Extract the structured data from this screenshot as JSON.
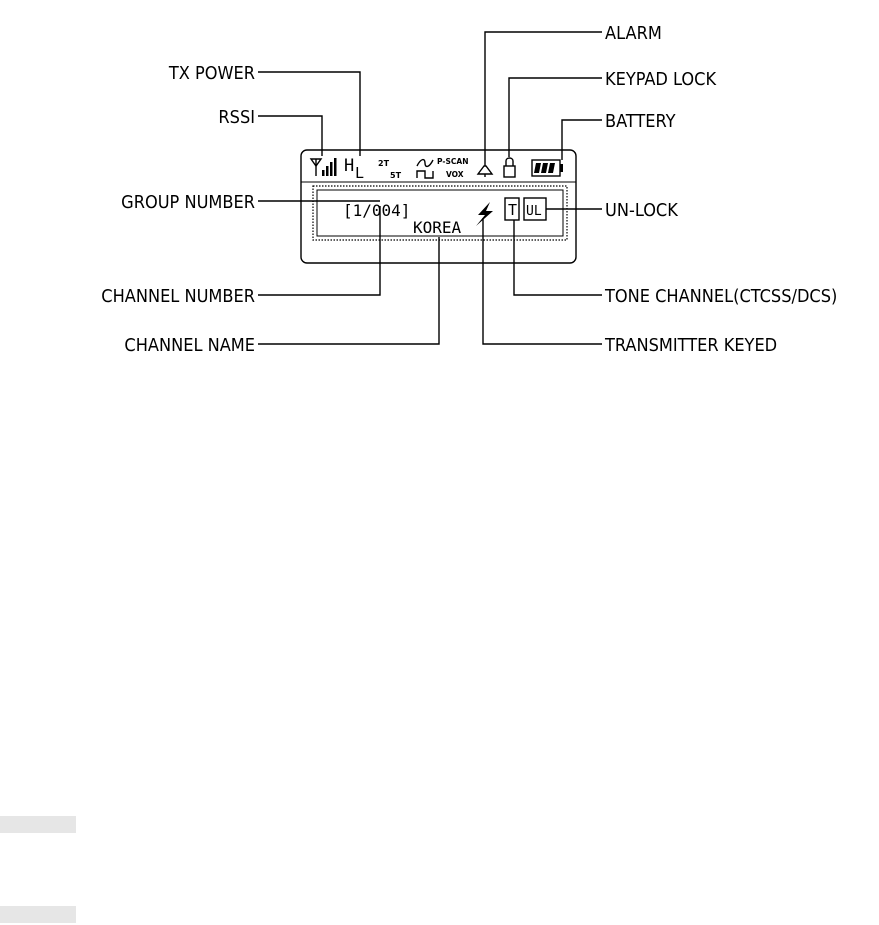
{
  "labels": {
    "alarm": "ALARM",
    "keypad_lock": "KEYPAD LOCK",
    "battery": "BATTERY",
    "tx_power": "TX POWER",
    "rssi": "RSSI",
    "group_number": "GROUP NUMBER",
    "un_lock": "UN-LOCK",
    "channel_number": "CHANNEL NUMBER",
    "channel_name": "CHANNEL NAME",
    "tone_channel": "TONE CHANNEL(CTCSS/DCS)",
    "transmitter_keyed": "TRANSMITTER KEYED"
  },
  "lcd": {
    "group_channel": "[1/004]",
    "channel_name": "KOREA",
    "tone_flag": "T",
    "unlock_flag": "UL",
    "power_h": "H",
    "power_l": "L",
    "step_2t": "2T",
    "step_5t": "5T",
    "scan_label": "P-SCAN",
    "vox_label": "VOX"
  },
  "icons": [
    "antenna-icon",
    "signal-bars-icon",
    "wave-icon",
    "square-wave-icon",
    "bell-icon",
    "lock-icon",
    "battery-icon",
    "lightning-icon"
  ]
}
